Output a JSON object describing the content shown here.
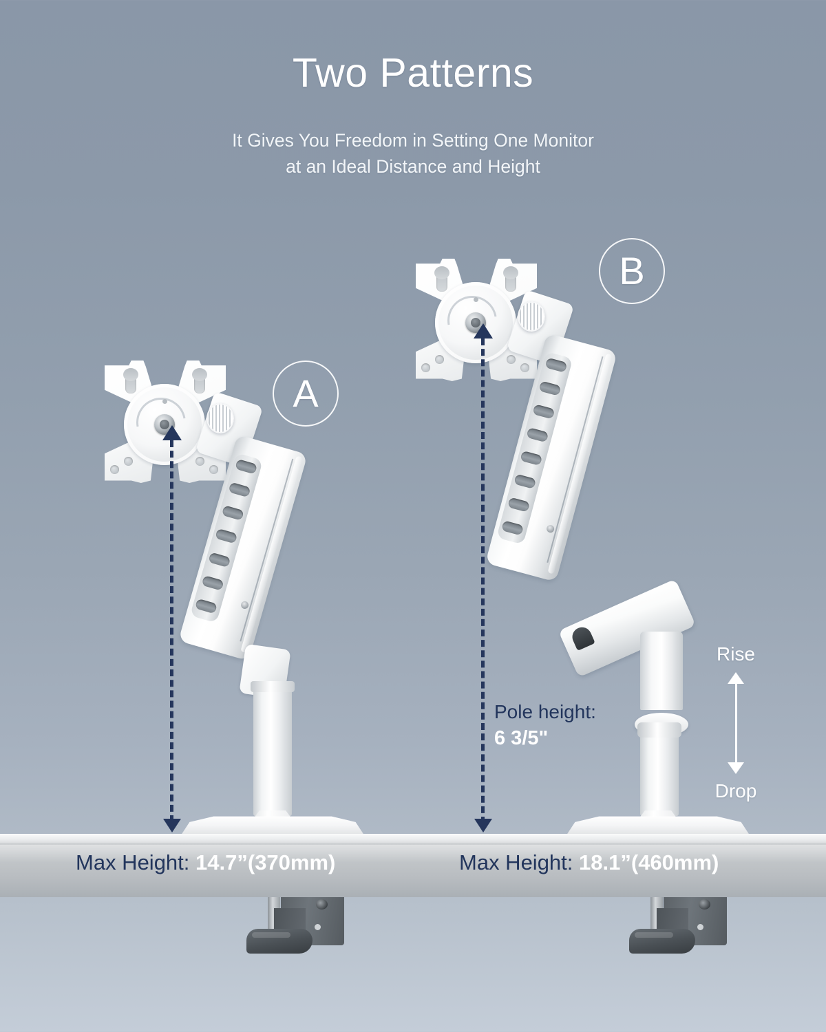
{
  "heading": {
    "title": "Two Patterns",
    "subtitle_line1": "It Gives You Freedom in Setting One Monitor",
    "subtitle_line2": "at an Ideal Distance and Height"
  },
  "colors": {
    "background_top": "#8a97a8",
    "background_bottom": "#c4cdd8",
    "navy_text": "#22355c",
    "white_text": "#ffffff",
    "desk_surface": "#c2c6c9",
    "clamp_dark": "#4e5459"
  },
  "patterns": [
    {
      "badge": "A",
      "max_height_label": "Max Height:",
      "max_height_value": "14.7”(370mm)"
    },
    {
      "badge": "B",
      "max_height_label": "Max Height:",
      "max_height_value": "18.1”(460mm)",
      "pole_height_label": "Pole height:",
      "pole_height_value": "6 3/5\"",
      "rise_label": "Rise",
      "drop_label": "Drop"
    }
  ],
  "icons": {
    "up_arrow": "measure-arrow-up",
    "down_arrow": "measure-arrow-down",
    "rise_drop_arrow": "double-headed-vertical-arrow"
  }
}
